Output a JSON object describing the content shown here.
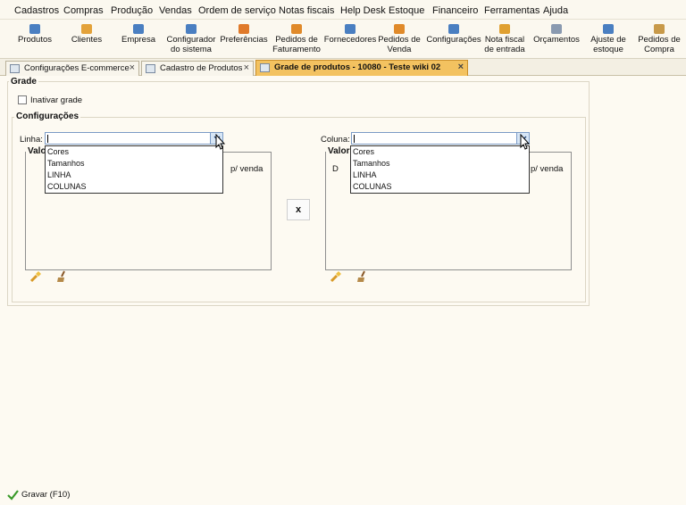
{
  "menu": [
    "Cadastros",
    "Compras",
    "Produção",
    "Vendas",
    "Ordem de serviço",
    "Notas fiscais",
    "Help Desk",
    "Estoque",
    "Financeiro",
    "Ferramentas",
    "Ajuda"
  ],
  "toolbar": [
    {
      "label": "Produtos",
      "icon": "product-icon",
      "color": "#4a7fc1"
    },
    {
      "label": "Clientes",
      "icon": "clients-icon",
      "color": "#e3a23a"
    },
    {
      "label": "Empresa",
      "icon": "company-icon",
      "color": "#4a7fc1"
    },
    {
      "label": "Configurador\ndo sistema",
      "icon": "system-config-icon",
      "color": "#4a7fc1"
    },
    {
      "label": "Preferências",
      "icon": "preferences-icon",
      "color": "#e07a2a"
    },
    {
      "label": "Pedidos de\nFaturamento",
      "icon": "billing-orders-icon",
      "color": "#e08a2a"
    },
    {
      "label": "Fornecedores",
      "icon": "suppliers-icon",
      "color": "#4a7fc1"
    },
    {
      "label": "Pedidos de\nVenda",
      "icon": "sales-orders-icon",
      "color": "#e08a2a"
    },
    {
      "label": "Configurações",
      "icon": "settings-icon",
      "color": "#4a7fc1"
    },
    {
      "label": "Nota fiscal\nde entrada",
      "icon": "invoice-entry-icon",
      "color": "#e0a030"
    },
    {
      "label": "Orçamentos",
      "icon": "quotes-icon",
      "color": "#8a9ab0"
    },
    {
      "label": "Ajuste de\nestoque",
      "icon": "stock-adjust-icon",
      "color": "#4a7fc1"
    },
    {
      "label": "Pedidos de\nCompra",
      "icon": "purchase-orders-icon",
      "color": "#c89a4a"
    }
  ],
  "tabs": [
    {
      "label": "Configurações E-commerce",
      "close": "×"
    },
    {
      "label": "Cadastro de Produtos",
      "close": "×"
    },
    {
      "label": "Grade de produtos - 10080 - Teste wiki 02",
      "close": "×"
    }
  ],
  "grade": {
    "title": "Grade",
    "inativar_label": "Inativar grade",
    "config_title": "Configurações",
    "linha_label": "Linha:",
    "coluna_label": "Coluna:",
    "valores_label": "Valo",
    "valores_label_right": "Valor",
    "partial_header": "p/ venda",
    "partial_header_d": "D",
    "x_label": "x",
    "options": [
      "Cores",
      "Tamanhos",
      "LINHA",
      "COLUNAS"
    ]
  },
  "footer": {
    "save_label": "Gravar (F10)"
  }
}
